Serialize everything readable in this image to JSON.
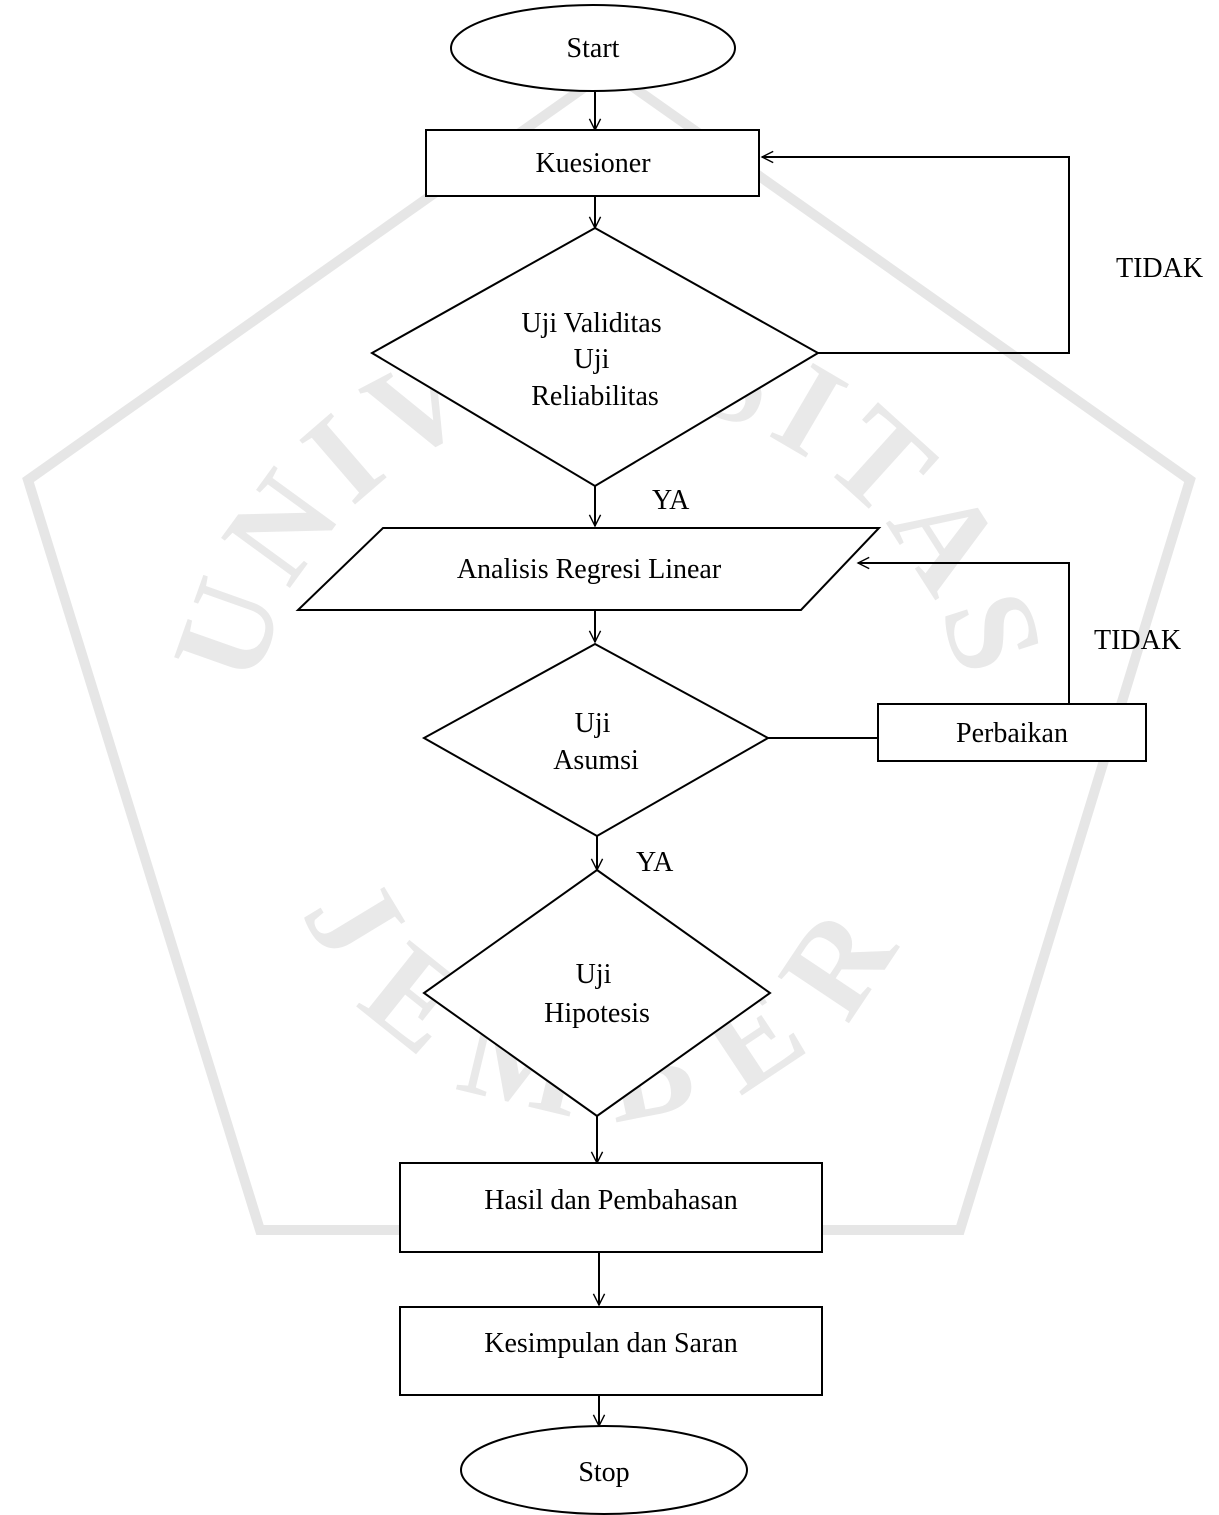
{
  "watermark": {
    "top_text": "UNIVERSITAS",
    "bottom_text": "JEMBER"
  },
  "nodes": {
    "start": {
      "lines": [
        "Start"
      ]
    },
    "kuesioner": {
      "lines": [
        "Kuesioner"
      ]
    },
    "uji_valid": {
      "lines": [
        "Uji Validitas",
        "Uji",
        "Reliabilitas"
      ]
    },
    "analisis": {
      "lines": [
        "Analisis Regresi Linear"
      ]
    },
    "uji_asumsi": {
      "lines": [
        "Uji",
        "Asumsi"
      ]
    },
    "perbaikan": {
      "lines": [
        "Perbaikan"
      ]
    },
    "uji_hipo": {
      "lines": [
        "Uji",
        "Hipotesis"
      ]
    },
    "hasil": {
      "lines": [
        "Hasil dan Pembahasan"
      ]
    },
    "kesimpulan": {
      "lines": [
        "Kesimpulan dan Saran"
      ]
    },
    "stop": {
      "lines": [
        "Stop"
      ]
    }
  },
  "edge_labels": {
    "tidak_1": "TIDAK",
    "ya_1": "YA",
    "tidak_2": "TIDAK",
    "ya_2": "YA"
  }
}
